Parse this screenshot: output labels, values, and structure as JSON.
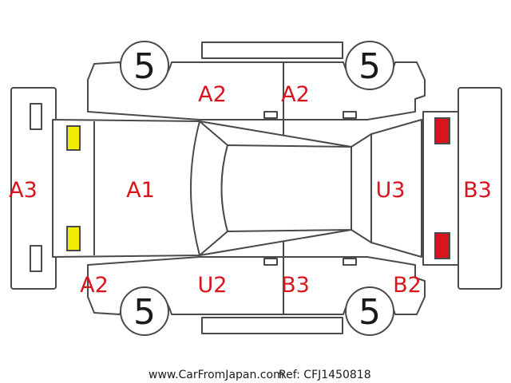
{
  "colors": {
    "code_text": "#d8141c",
    "front_lamp": "#f2ea00",
    "rear_lamp": "#d8141c",
    "outline": "#4a4a4a"
  },
  "wheels": {
    "front_left": "5",
    "rear_left": "5",
    "front_right": "5",
    "rear_right": "5"
  },
  "labels": {
    "front_bumper": "A3",
    "hood": "A1",
    "top_front_door": "A2",
    "top_rear_door": "A2",
    "bottom_front_fender": "A2",
    "bottom_front_door": "U2",
    "bottom_rear_door": "B3",
    "bottom_rear_fender": "B2",
    "rear_hatch": "U3",
    "rear_bumper": "B3"
  },
  "footer": {
    "site": "www.CarFromJapan.com",
    "ref": "Ref: CFJ1450818"
  }
}
